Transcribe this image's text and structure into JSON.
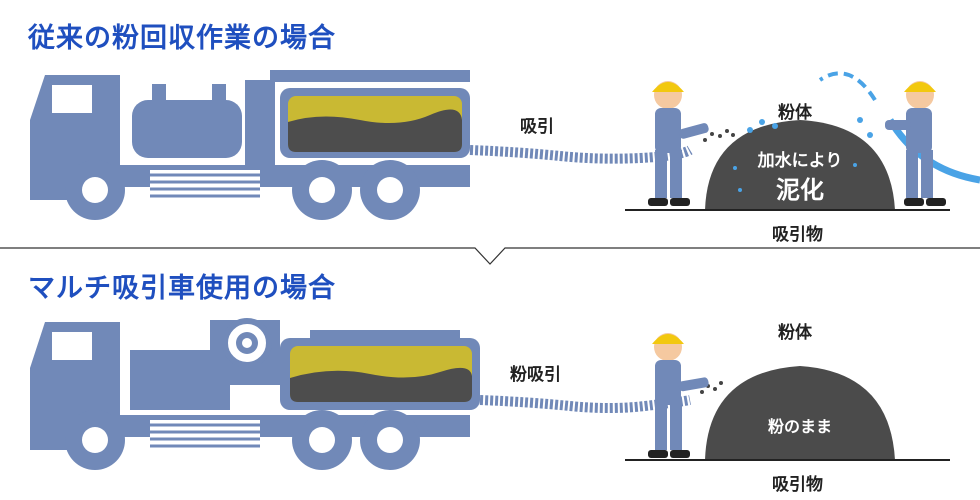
{
  "top": {
    "title": "従来の粉回収作業の場合",
    "hose_label": "吸引",
    "powder_label": "粉体",
    "mound_text_line1": "加水により",
    "mound_text_line2": "泥化",
    "ground_label": "吸引物"
  },
  "bottom": {
    "title": "マルチ吸引車使用の場合",
    "hose_label": "粉吸引",
    "powder_label": "粉体",
    "mound_text": "粉のまま",
    "ground_label": "吸引物"
  },
  "colors": {
    "title": "#1f4fbf",
    "truck": "#7189b8",
    "tank_fill": "#c9b933",
    "sludge": "#4d4d4d",
    "mound": "#4b4b4b",
    "helmet": "#f2c80f",
    "water": "#4aa3e6"
  }
}
